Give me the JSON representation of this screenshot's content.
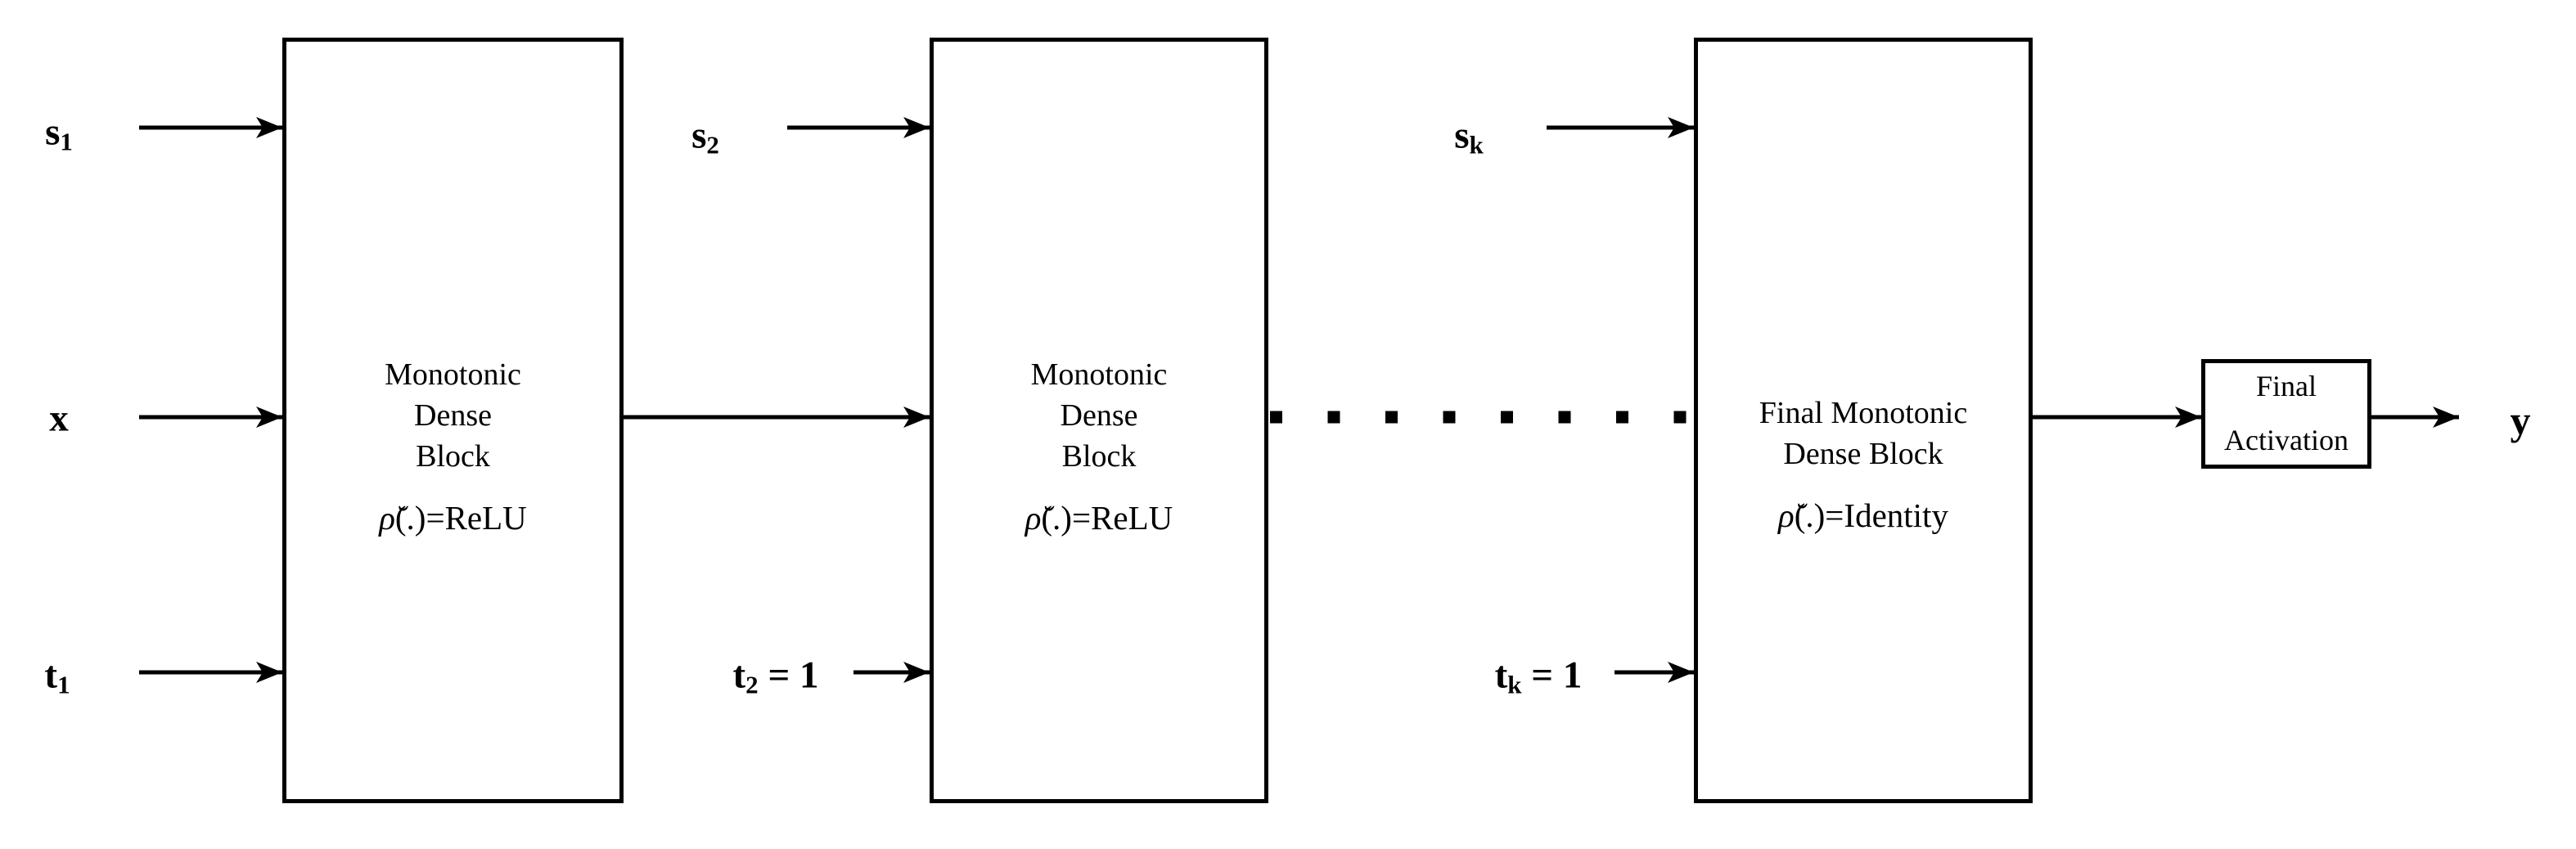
{
  "colors": {
    "background": "#ffffff",
    "line": "#000000",
    "text": "#000000"
  },
  "blocks": [
    {
      "title_lines": [
        "Monotonic",
        "Dense",
        "Block"
      ],
      "equation": {
        "rho": "ρ̆",
        "rest": "(.)=ReLU"
      }
    },
    {
      "title_lines": [
        "Monotonic",
        "Dense",
        "Block"
      ],
      "equation": {
        "rho": "ρ̆",
        "rest": "(.)=ReLU"
      }
    },
    {
      "title_lines": [
        "Final Monotonic",
        "Dense Block"
      ],
      "equation": {
        "rho": "ρ̆",
        "rest": "(.)=Identity"
      }
    }
  ],
  "final_activation": {
    "line1": "Final",
    "line2": "Activation"
  },
  "inputs": {
    "s1": {
      "base": "s",
      "sub": "1",
      "rest": ""
    },
    "x": {
      "base": "x",
      "sub": "",
      "rest": ""
    },
    "t1": {
      "base": "t",
      "sub": "1",
      "rest": ""
    },
    "s2": {
      "base": "s",
      "sub": "2",
      "rest": ""
    },
    "t2": {
      "base": "t",
      "sub": "2",
      "rest": " = 1"
    },
    "sk": {
      "base": "s",
      "sub": "k",
      "rest": ""
    },
    "tk": {
      "base": "t",
      "sub": "k",
      "rest": " = 1"
    }
  },
  "output": {
    "label": "y"
  }
}
